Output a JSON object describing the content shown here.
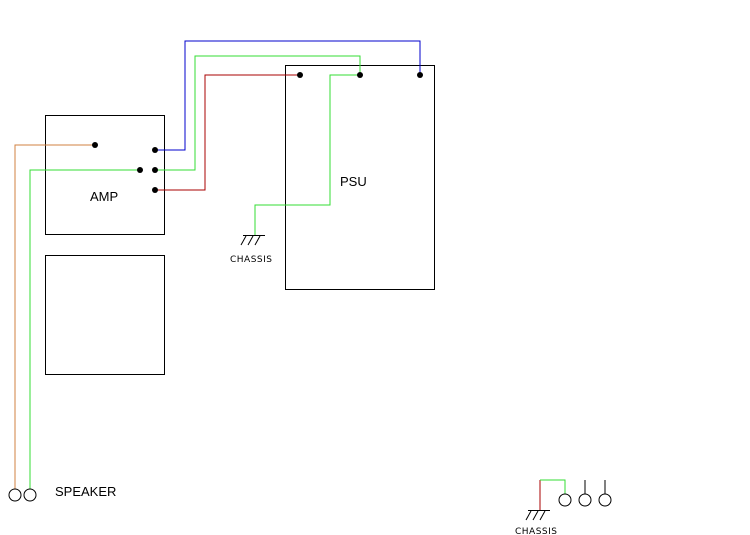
{
  "labels": {
    "amp": "AMP",
    "psu": "PSU",
    "speaker": "SPEAKER",
    "chassis_main": "CHASSIS",
    "chassis_bottom": "CHASSIS"
  },
  "colors": {
    "blue": "#0000cc",
    "green": "#33dd33",
    "red": "#aa0000",
    "orange": "#d08040",
    "box": "#000000",
    "chassis_text": "#b02020"
  }
}
